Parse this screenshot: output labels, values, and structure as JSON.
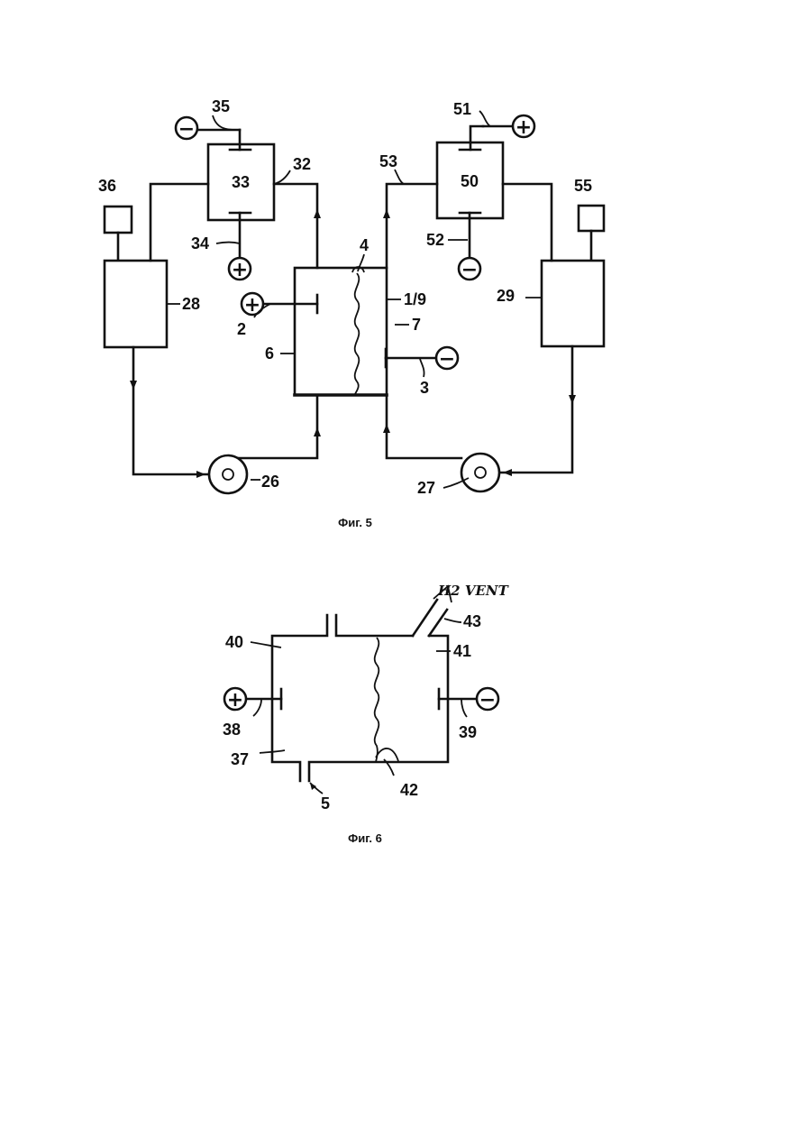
{
  "figure5": {
    "caption": "Фиг. 5",
    "labels": {
      "l35": "35",
      "l33": "33",
      "l32": "32",
      "l36": "36",
      "l34": "34",
      "l28": "28",
      "l2": "2",
      "l6": "6",
      "l4": "4",
      "l19": "1/9",
      "l7": "7",
      "l3": "3",
      "l26": "26",
      "l51": "51",
      "l53": "53",
      "l50": "50",
      "l55": "55",
      "l52": "52",
      "l29": "29",
      "l27": "27"
    }
  },
  "figure6": {
    "caption": "Фиг. 6",
    "vent_label": "H2 VENT",
    "labels": {
      "l40": "40",
      "l41": "41",
      "l43": "43",
      "l38": "38",
      "l39": "39",
      "l37": "37",
      "l42": "42",
      "l5": "5"
    }
  },
  "signs": {
    "plus": "+",
    "minus": "−"
  },
  "colors": {
    "ink": "#111111",
    "paper": "#ffffff"
  }
}
